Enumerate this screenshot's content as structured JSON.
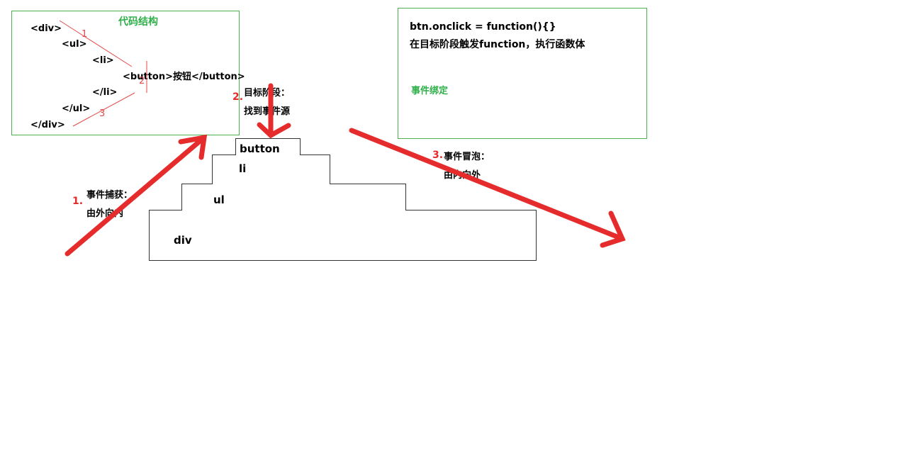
{
  "code_panel": {
    "title": "代码结构",
    "lines": [
      "<div>",
      "<ul>",
      "<li>",
      "<button>按钮</button>",
      "</li>",
      "</ul>",
      "</div>"
    ],
    "markers": [
      "1",
      "2",
      "3"
    ]
  },
  "info_panel": {
    "line1": "btn.onclick = function(){}",
    "line2": "在目标阶段触发function，执行函数体",
    "binding": "事件绑定"
  },
  "phases": {
    "capture": {
      "num": "1.",
      "title": "事件捕获：",
      "desc": "由外向内"
    },
    "target": {
      "num": "2.",
      "title": "目标阶段：",
      "desc": "找到事件源"
    },
    "bubble": {
      "num": "3.",
      "title": "事件冒泡：",
      "desc": "由内向外"
    }
  },
  "boxes": {
    "button": "button",
    "li": "li",
    "ul": "ul",
    "div": "div"
  },
  "colors": {
    "green": "#2fb04a",
    "red": "#e52b2b"
  }
}
